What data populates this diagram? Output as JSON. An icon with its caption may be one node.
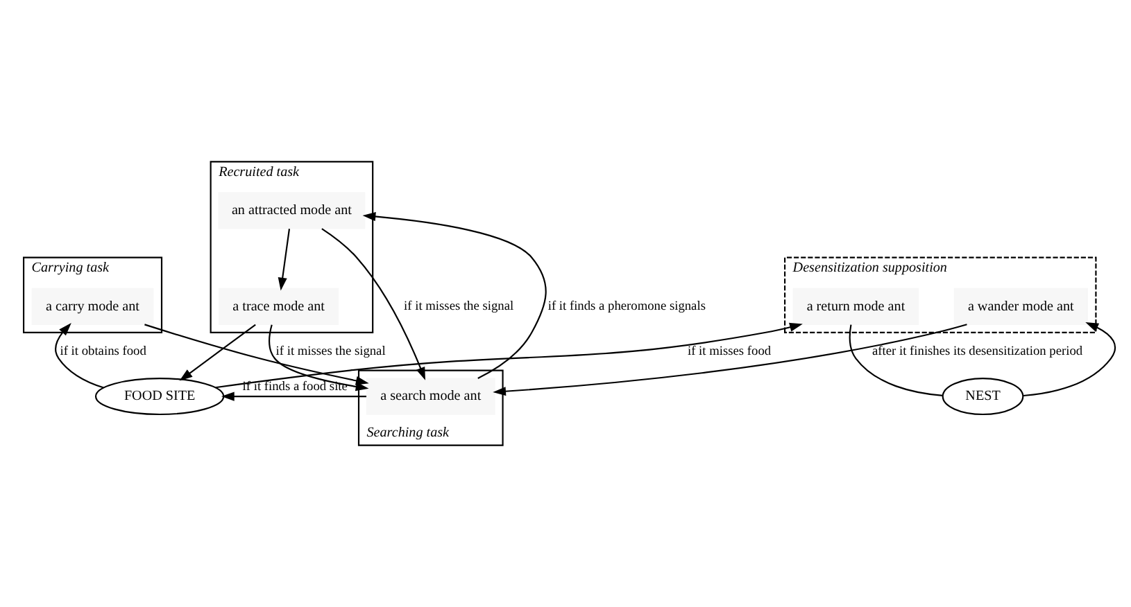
{
  "diagram": {
    "nodes": [
      {
        "text": [
          "Recruited task"
        ]
      },
      {
        "text": [
          "a trace mode ant"
        ],
        "in": 0
      },
      {
        "text": [
          "an attracted mode ant"
        ],
        "in": 0
      },
      {
        "text": [
          "FOOD SITE"
        ]
      },
      {
        "text": [
          "Searching task"
        ]
      },
      {
        "text": [
          "a search mode ant"
        ],
        "in": 4
      },
      {
        "text": [
          "Carrying task"
        ]
      },
      {
        "text": [
          "a carry mode ant"
        ],
        "in": 6
      },
      {
        "text": [
          "Desensitization supposition"
        ]
      },
      {
        "text": [
          "a return mode ant"
        ],
        "in": 8
      },
      {
        "text": [
          "a wander mode ant"
        ],
        "in": 8
      },
      {
        "text": [
          "NEST"
        ]
      }
    ],
    "edges": [
      {
        "from": 2,
        "to": 1,
        "arrow": "to"
      },
      {
        "from": 1,
        "to": 3,
        "arrow": "to"
      },
      {
        "from": 5,
        "to": 2,
        "arrow": "to",
        "label": "if it finds a pheromone signals"
      },
      {
        "from": 5,
        "to": 3,
        "arrow": "to",
        "label": "if it finds a food site"
      },
      {
        "from": 1,
        "to": 5,
        "arrow": "to",
        "label": "if it misses the signal"
      },
      {
        "from": 2,
        "to": 5,
        "arrow": "to",
        "label": "if it misses the signal"
      },
      {
        "from": 3,
        "to": 7,
        "arrow": "to",
        "label": "if it obtains food"
      },
      {
        "from": 3,
        "to": 9,
        "arrow": "to",
        "label": "if it misses food"
      },
      {
        "from": 7,
        "to": 5,
        "arrow": "to"
      },
      {
        "from": 9,
        "to": 11,
        "arrow": "none"
      },
      {
        "from": 11,
        "to": 10,
        "arrow": "to"
      },
      {
        "from": 10,
        "to": 5,
        "arrow": "to",
        "label": "after it finishes its desensitization period"
      }
    ]
  }
}
